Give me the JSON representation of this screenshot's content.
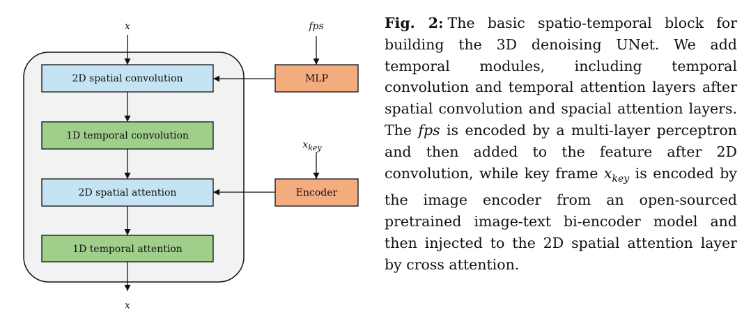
{
  "diagram": {
    "input_label": "x",
    "output_label": "x",
    "fps_label": "fps",
    "xkey_base": "x",
    "xkey_sub": "key",
    "blocks": {
      "spatial_conv": "2D spatial convolution",
      "temporal_conv": "1D temporal convolution",
      "spatial_attn": "2D spatial attention",
      "temporal_attn": "1D temporal attention"
    },
    "mlp": "MLP",
    "encoder": "Encoder",
    "colors": {
      "spatial": "#c4e4f3",
      "temporal": "#9fcf8b",
      "aux": "#f2ac7e",
      "container": "#f2f2f2"
    }
  },
  "caption": {
    "fig_label": "Fig. 2:",
    "part1": "The basic spatio-temporal block for building the 3D denoising UNet. We add temporal modules, including temporal convolution and temporal attention layers after spatial convolution and spacial attention layers. The ",
    "fps": "fps",
    "part2": " is encoded by a multi-layer perceptron and then added to the feature after 2D convolution, while key frame ",
    "xkey_base": "x",
    "xkey_sub": "key",
    "part3": " is encoded by the image encoder from an open-sourced pretrained image-text bi-encoder model and then injected to the 2D spatial attention layer by cross attention."
  }
}
